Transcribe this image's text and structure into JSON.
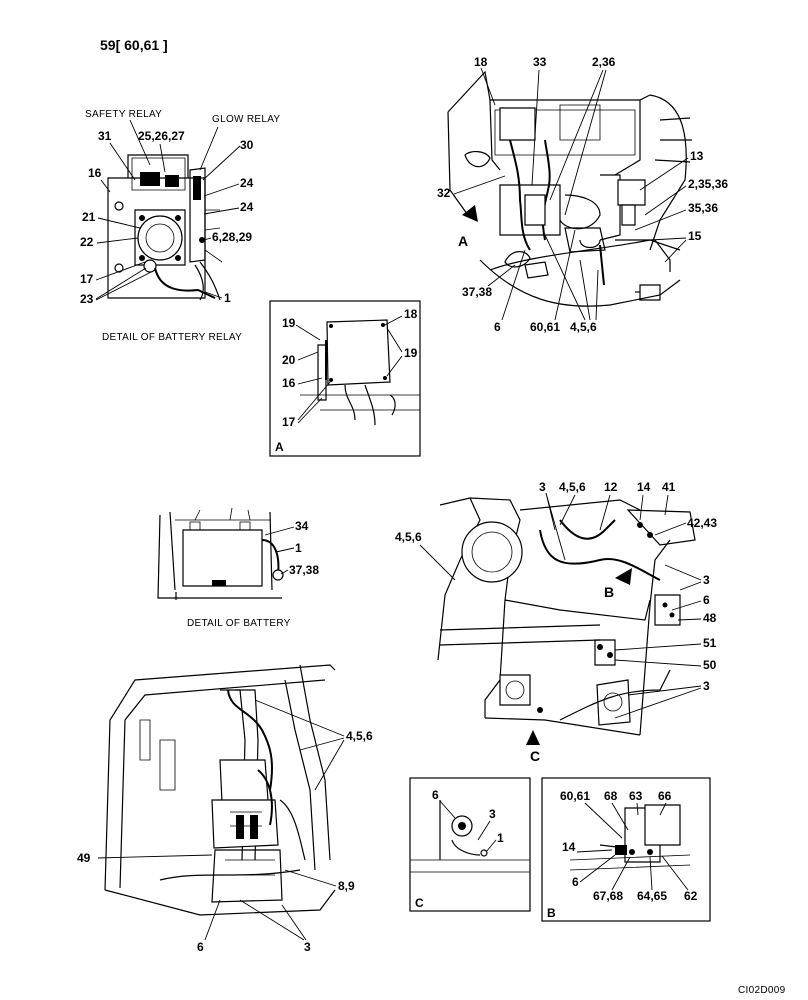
{
  "header_ref": "59[ 60,61 ]",
  "drawing_id": "CI02D009",
  "captions": {
    "battery_relay": "DETAIL OF BATTERY RELAY",
    "battery": "DETAIL OF BATTERY",
    "safety_relay": "SAFETY RELAY",
    "glow_relay": "GLOW RELAY"
  },
  "inset_letters": {
    "a": "A",
    "b": "B",
    "c": "C"
  },
  "labels": {
    "rl_31": "31",
    "rl_25": "25,26,27",
    "rl_30": "30",
    "rl_16": "16",
    "rl_24a": "24",
    "rl_24b": "24",
    "rl_21": "21",
    "rl_22": "22",
    "rl_6": "6,28,29",
    "rl_17": "17",
    "rl_23": "23",
    "rl_1": "1",
    "tr_18": "18",
    "tr_33": "33",
    "tr_236": "2,36",
    "tr_13": "13",
    "tr_32": "32",
    "tr_23536": "2,35,36",
    "tr_3536": "35,36",
    "tr_15": "15",
    "tr_A": "A",
    "tr_3738": "37,38",
    "tr_6": "6",
    "tr_6061": "60,61",
    "tr_456": "4,5,6",
    "ia_19a": "19",
    "ia_18": "18",
    "ia_20": "20",
    "ia_19b": "19",
    "ia_16": "16",
    "ia_17": "17",
    "bt_34": "34",
    "bt_1": "1",
    "bt_3738": "37,38",
    "mr_3": "3",
    "mr_456a": "4,5,6",
    "mr_12": "12",
    "mr_14": "14",
    "mr_41": "41",
    "mr_456b": "4,5,6",
    "mr_4243": "42,43",
    "mr_3b": "3",
    "mr_B": "B",
    "mr_6": "6",
    "mr_48": "48",
    "mr_51": "51",
    "mr_50": "50",
    "mr_3c": "3",
    "mr_C": "C",
    "bl_456": "4,5,6",
    "bl_49": "49",
    "bl_89": "8,9",
    "bl_6": "6",
    "bl_3": "3",
    "ic_6": "6",
    "ic_3": "3",
    "ic_1": "1",
    "ib_6061": "60,61",
    "ib_68": "68",
    "ib_63": "63",
    "ib_66": "66",
    "ib_14": "14",
    "ib_6": "6",
    "ib_6768": "67,68",
    "ib_6465": "64,65",
    "ib_62": "62"
  }
}
